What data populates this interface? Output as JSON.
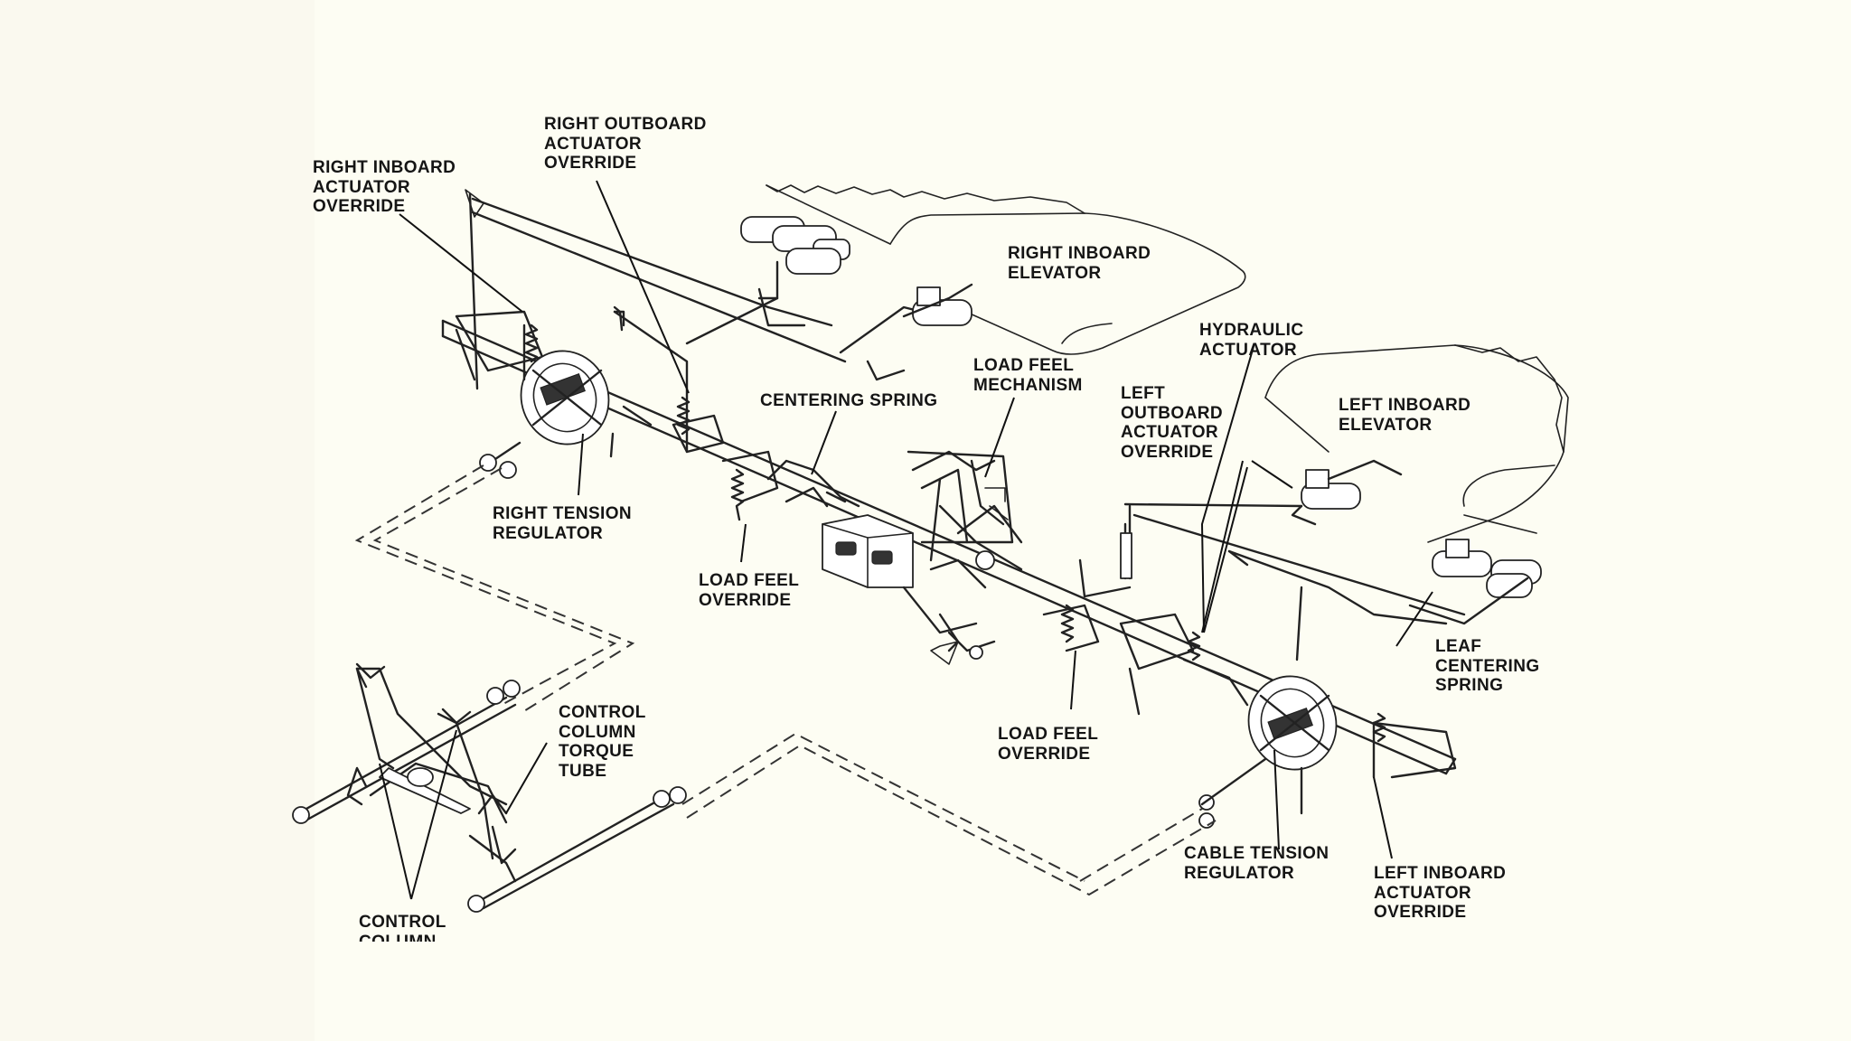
{
  "labels": {
    "right_inboard_actuator_override": "RIGHT INBOARD\nACTUATOR\nOVERRIDE",
    "right_outboard_actuator_override": "RIGHT OUTBOARD\nACTUATOR\nOVERRIDE",
    "right_inboard_elevator": "RIGHT INBOARD\nELEVATOR",
    "hydraulic_actuator": "HYDRAULIC\nACTUATOR",
    "load_feel_mechanism": "LOAD FEEL\nMECHANISM",
    "centering_spring": "CENTERING SPRING",
    "left_outboard_actuator_override": "LEFT\nOUTBOARD\nACTUATOR\nOVERRIDE",
    "left_inboard_elevator": "LEFT INBOARD\nELEVATOR",
    "right_tension_regulator": "RIGHT TENSION\nREGULATOR",
    "load_feel_override_upper": "LOAD FEEL\nOVERRIDE",
    "leaf_centering_spring": "LEAF\nCENTERING\nSPRING",
    "control_column_torque_tube": "CONTROL\nCOLUMN\nTORQUE\nTUBE",
    "load_feel_override_lower": "LOAD FEEL\nOVERRIDE",
    "cable_tension_regulator": "CABLE TENSION\nREGULATOR",
    "left_inboard_actuator_override": "LEFT INBOARD\nACTUATOR\nOVERRIDE",
    "control_column": "CONTROL\nCOLUMN"
  }
}
